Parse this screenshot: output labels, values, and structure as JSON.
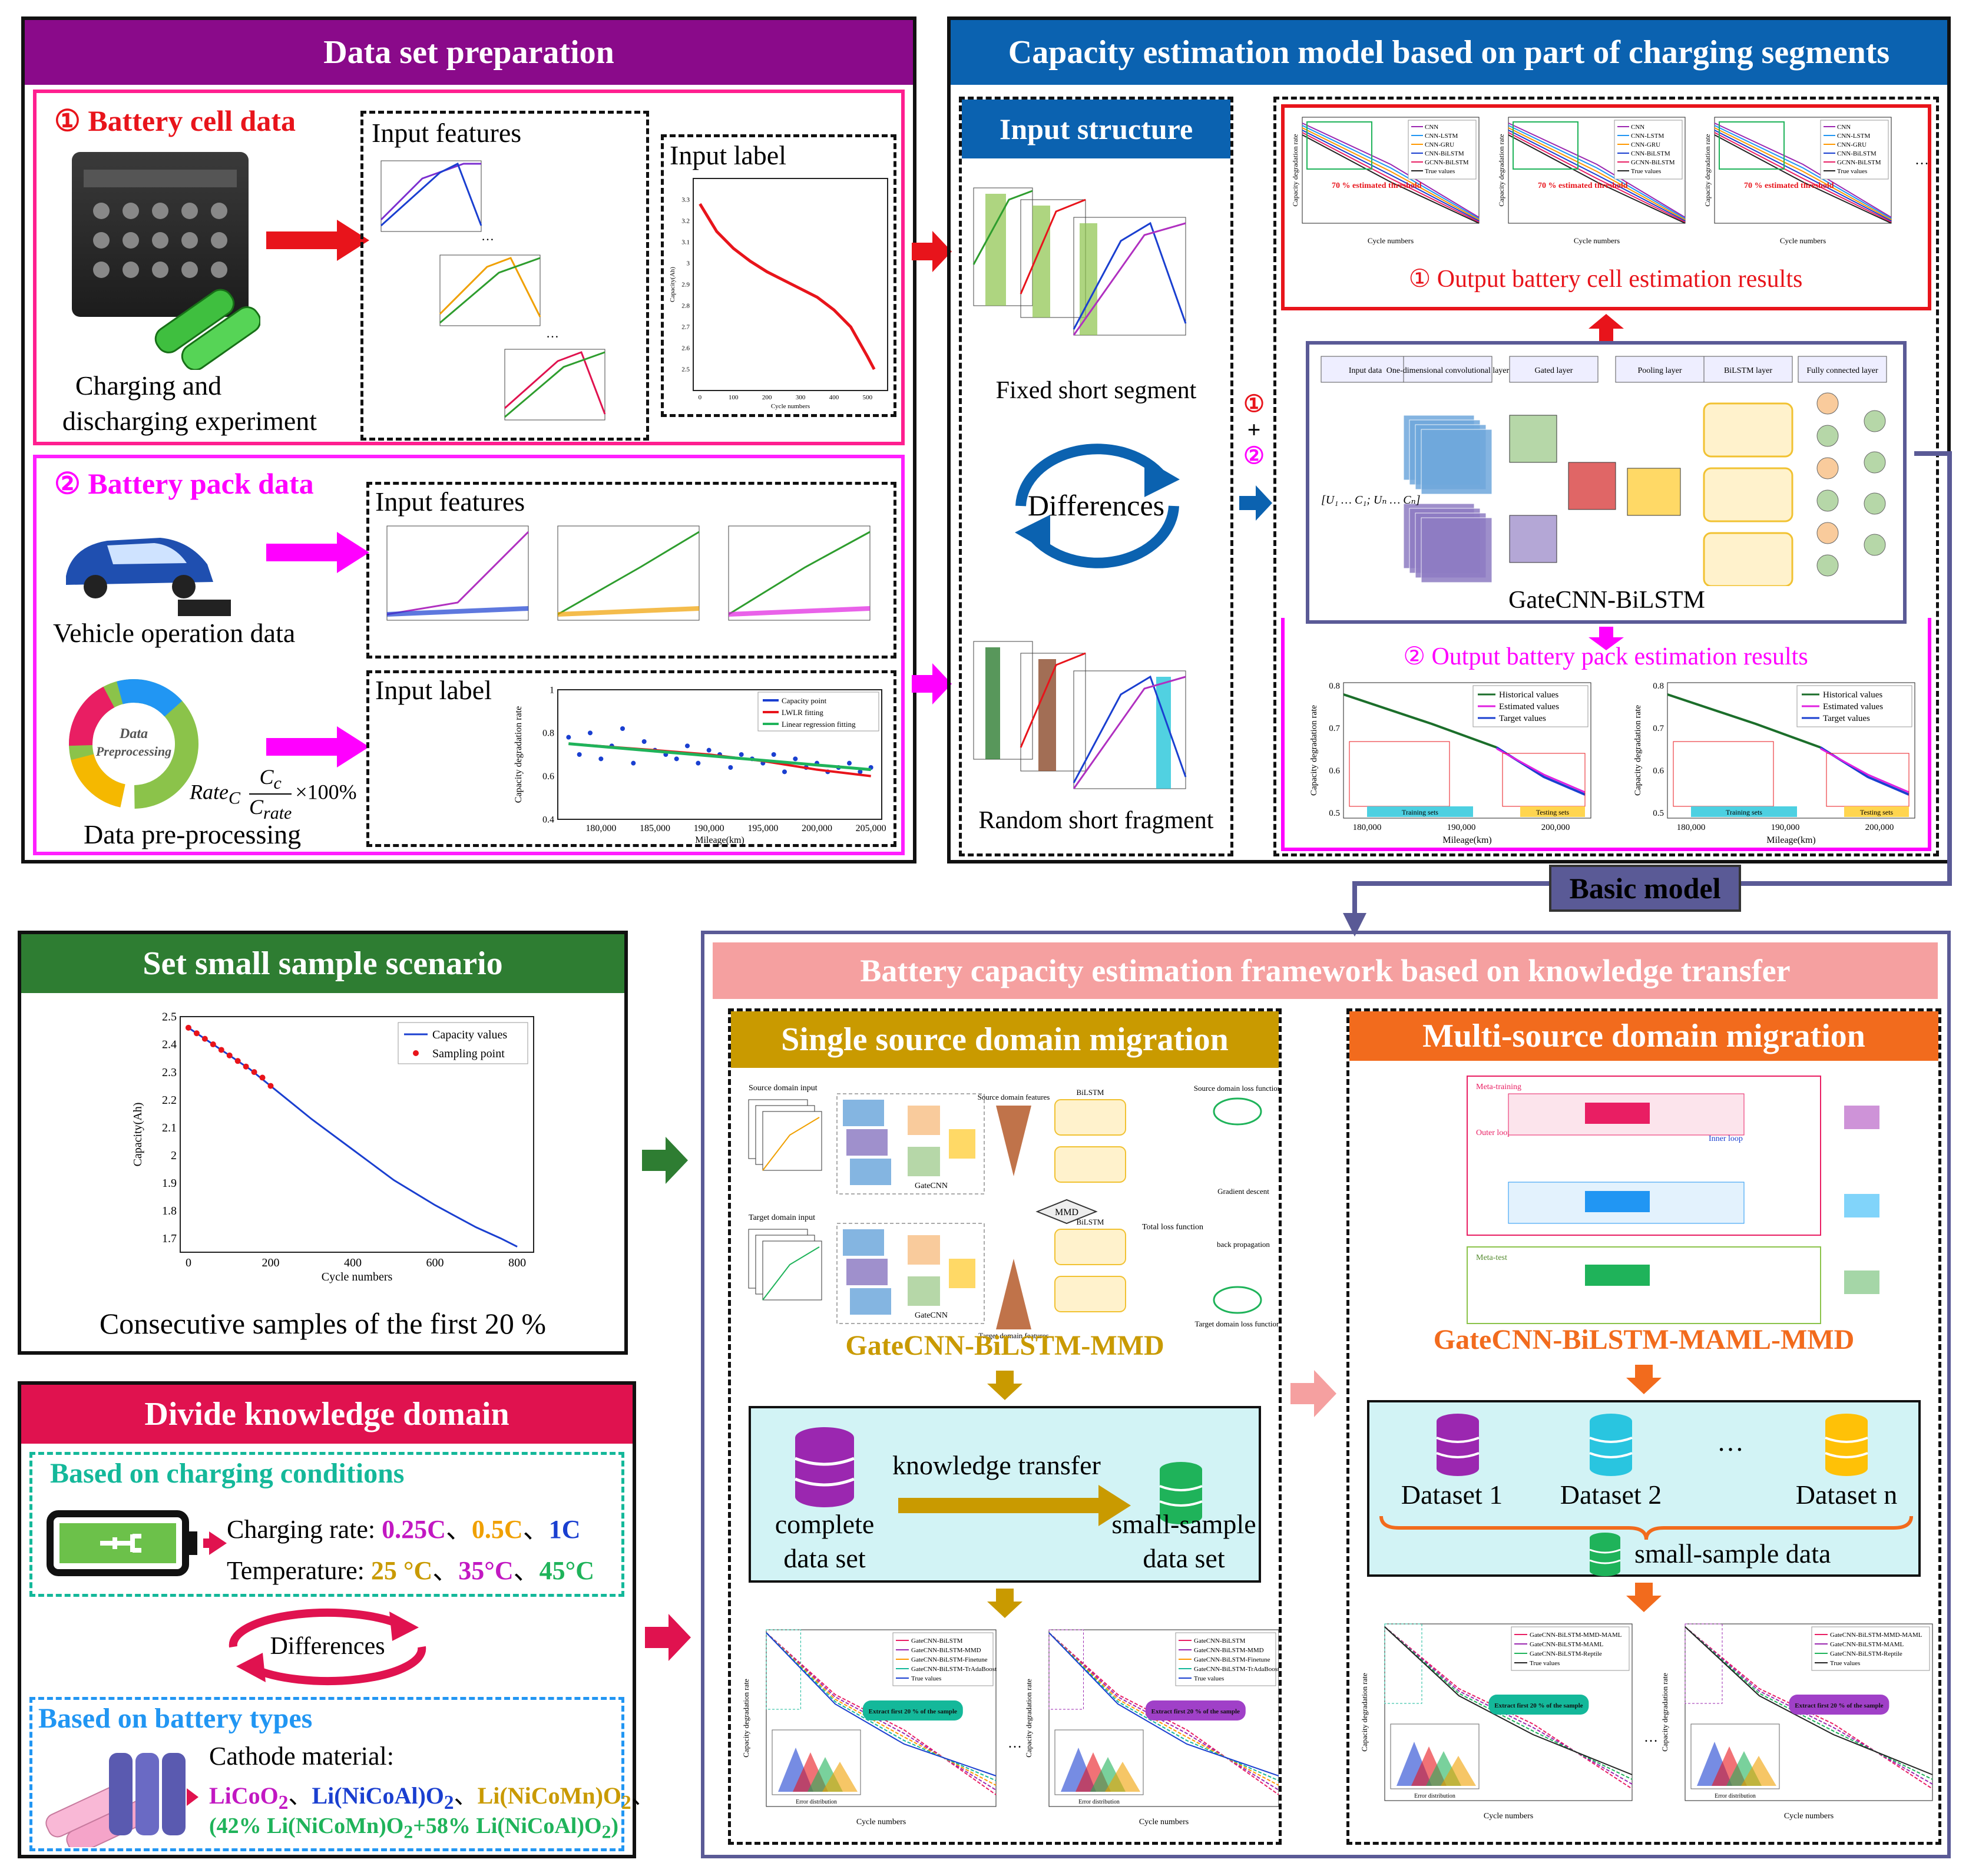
{
  "colors": {
    "purple": "#8a0a8a",
    "navy": "#0b62b0",
    "green": "#2e7d32",
    "crimson": "#e0124f",
    "salmon": "#f5a0a0",
    "gold": "#c99a00",
    "orange": "#f26b1d",
    "magenta": "#ff00ff",
    "red": "#e8141b",
    "basic": "#5a5a96"
  },
  "dataset": {
    "title": "Data set preparation",
    "cell": {
      "heading": "① Battery cell data",
      "caption1": "Charging and",
      "caption2": "discharging experiment",
      "features": "Input features",
      "label": "Input label"
    },
    "pack": {
      "heading": "② Battery pack data",
      "vehicle": "Vehicle operation data",
      "features": "Input features",
      "label": "Input label",
      "preprocess": "Data pre-processing",
      "ring": "Data Preprocessing",
      "formula_lhs": "Rate",
      "formula_sub": "C",
      "formula_num": "C",
      "formula_num_sub": "c",
      "formula_den": "C",
      "formula_den_sub": "rate",
      "formula_rhs": "×100%"
    }
  },
  "capacity": {
    "title": "Capacity  estimation model based on part of charging segments",
    "input_structure": "Input structure",
    "fixed": "Fixed short segment",
    "differences": "Differences",
    "random": "Random short fragment",
    "plus1": "①",
    "plus2": "+",
    "plus3": "②",
    "out1": "① Output battery cell estimation results",
    "out2": "② Output battery pack estimation results",
    "model_name": "GateCNN-BiLSTM",
    "layers": [
      "Input data",
      "One-dimensional convolutional layer",
      "Gated layer",
      "Pooling layer",
      "BiLSTM layer",
      "Fully connected layer"
    ],
    "legend_cell": [
      "CNN",
      "CNN-LSTM",
      "CNN-GRU",
      "CNN-BiLSTM",
      "GCNN-BiLSTM",
      "True values"
    ],
    "threshold": "70 % estimated threshold",
    "cycle_numbers": "Cycle numbers",
    "cap_deg_rate": "Capacity degradation rate",
    "pack_legend": [
      "Historical values",
      "Estimated values",
      "Target values"
    ],
    "training_sets": "Training sets",
    "testing_sets": "Testing sets",
    "mileage": "Mileage(km)",
    "pack_x_ticks": [
      "180,000",
      "190,000",
      "200,000"
    ],
    "pack_y_ticks": [
      "0.8",
      "0.7",
      "0.6",
      "0.5"
    ]
  },
  "basic_model": "Basic model",
  "small": {
    "title": "Set  small sample scenario",
    "caption": "Consecutive samples of the first 20 %",
    "legend": [
      "Capacity values",
      "Sampling point"
    ]
  },
  "divide": {
    "title": "Divide knowledge domain",
    "charging_heading": "Based on charging conditions",
    "rate_label": "Charging rate: ",
    "rates": [
      "0.25C",
      "0.5C",
      "1C"
    ],
    "temp_label": "Temperature: ",
    "temps": [
      "25 °C",
      "35°C",
      "45°C"
    ],
    "sep": "、",
    "differences": "Differences",
    "types_heading": "Based on battery types",
    "cathode_label": "Cathode material:",
    "m1": "LiCoO",
    "m2": "Li(NiCoAl)O",
    "m3": "Li(NiCoMn)O",
    "m4a": "(42% Li(NiCoMn)O",
    "m4b": "+58% Li(NiCoAl)O",
    "sub2": "2"
  },
  "transfer": {
    "title": "Battery capacity estimation framework based on knowledge transfer",
    "single_title": "Single source domain migration",
    "multi_title": "Multi-source domain migration",
    "single_model": "GateCNN-BiLSTM-MMD",
    "multi_model": "GateCNN-BiLSTM-MAML-MMD",
    "complete1": "complete",
    "complete2": "data set",
    "knowledge": "knowledge transfer",
    "small1": "small-sample",
    "small2": "data set",
    "ds1": "Dataset 1",
    "ds2": "Dataset 2",
    "dsn": "Dataset n",
    "dots": "…",
    "small_data": "small-sample data",
    "single_legend_a": [
      "GateCNN-BiLSTM",
      "GateCNN-BiLSTM-MMD",
      "GateCNN-BiLSTM-Finetune",
      "GateCNN-BiLSTM-TrAdaBoost",
      "True values"
    ],
    "multi_legend_a": [
      "GateCNN-BiLSTM-MMD-MAML",
      "GateCNN-BiLSTM-MAML",
      "GateCNN-BiLSTM-Reptile",
      "True values"
    ],
    "extract": "Extract  first 20 % of the sample",
    "error_dist": "Error distribution",
    "cycle_numbers": "Cycle numbers",
    "cap_deg_rate": "Capacity degradation rate",
    "source_input": "Source domain input",
    "target_input": "Target domain input",
    "source_feat": "Source domain features",
    "target_feat": "Target domain features",
    "gatecnn": "GateCNN",
    "bilstm": "BiLSTM",
    "mmd": "MMD",
    "source_loss": "Source domain loss function",
    "target_loss": "Target domain loss function",
    "total_loss": "Total loss function",
    "grad": "Gradient descent",
    "back": "back propagation",
    "meta_training": "Meta-training",
    "meta_test": "Meta-test",
    "outer": "Outer loop",
    "inner": "Inner loop"
  },
  "chart_data": [
    {
      "type": "line",
      "title": "",
      "xlabel": "Cycle numbers",
      "ylabel": "Capacity(Ah)",
      "xlim": [
        -20,
        840
      ],
      "ylim": [
        1.65,
        2.5
      ],
      "x_ticks": [
        0,
        200,
        400,
        600,
        800
      ],
      "y_ticks": [
        1.7,
        1.8,
        1.9,
        2.0,
        2.1,
        2.2,
        2.3,
        2.4,
        2.5
      ],
      "legend_position": "top-right",
      "series": [
        {
          "name": "Capacity values",
          "x": [
            0,
            50,
            100,
            150,
            200,
            300,
            400,
            500,
            600,
            700,
            760,
            800
          ],
          "values": [
            2.46,
            2.41,
            2.36,
            2.31,
            2.25,
            2.13,
            2.02,
            1.91,
            1.82,
            1.74,
            1.7,
            1.67
          ]
        },
        {
          "name": "Sampling point",
          "x": [
            0,
            20,
            40,
            60,
            80,
            100,
            120,
            140,
            160,
            180,
            200
          ],
          "values": [
            2.46,
            2.44,
            2.42,
            2.4,
            2.38,
            2.36,
            2.34,
            2.32,
            2.3,
            2.28,
            2.25
          ]
        }
      ]
    },
    {
      "type": "scatter",
      "title": "",
      "xlabel": "Mileage(km)",
      "ylabel": "Capacity degradation rate",
      "xlim": [
        176000,
        206000
      ],
      "ylim": [
        0.4,
        1.0
      ],
      "x_ticks": [
        180000,
        185000,
        190000,
        195000,
        200000,
        205000
      ],
      "x_tick_labels": [
        "180,000",
        "185,000",
        "190,000",
        "195,000",
        "200,000",
        "205,000"
      ],
      "y_ticks": [
        0.4,
        0.6,
        0.8,
        1.0
      ],
      "legend_position": "top-right",
      "series": [
        {
          "name": "Capacity point",
          "x": [
            177000,
            178000,
            179000,
            180000,
            181000,
            182000,
            183000,
            184000,
            185000,
            186000,
            187000,
            188000,
            189000,
            190000,
            191000,
            192000,
            193000,
            194000,
            195000,
            196000,
            197000,
            198000,
            199000,
            200000,
            201000,
            202000,
            203000,
            204000,
            205000
          ],
          "values": [
            0.78,
            0.7,
            0.8,
            0.68,
            0.74,
            0.82,
            0.66,
            0.76,
            0.72,
            0.7,
            0.68,
            0.74,
            0.66,
            0.72,
            0.7,
            0.64,
            0.7,
            0.68,
            0.66,
            0.7,
            0.62,
            0.68,
            0.64,
            0.66,
            0.62,
            0.64,
            0.66,
            0.62,
            0.64
          ]
        },
        {
          "name": "LWLR fitting",
          "x": [
            177000,
            185000,
            190000,
            195000,
            200000,
            205000
          ],
          "values": [
            0.75,
            0.72,
            0.7,
            0.67,
            0.63,
            0.6
          ]
        },
        {
          "name": "Linear regression fitting",
          "x": [
            177000,
            205000
          ],
          "values": [
            0.75,
            0.63
          ]
        }
      ]
    },
    {
      "type": "line",
      "title": "",
      "xlabel": "Cycle numbers",
      "ylabel": "Capacity(Ah)",
      "xlim": [
        -20,
        560
      ],
      "ylim": [
        2.4,
        3.4
      ],
      "x_ticks": [
        0,
        100,
        200,
        300,
        400,
        500
      ],
      "y_ticks": [
        2.5,
        2.6,
        2.7,
        2.8,
        2.9,
        3.0,
        3.1,
        3.2,
        3.3
      ],
      "series": [
        {
          "name": "",
          "x": [
            0,
            50,
            100,
            150,
            200,
            250,
            300,
            350,
            400,
            450,
            500,
            520
          ],
          "values": [
            3.28,
            3.15,
            3.07,
            3.01,
            2.96,
            2.92,
            2.88,
            2.84,
            2.78,
            2.7,
            2.56,
            2.5
          ]
        }
      ]
    }
  ]
}
